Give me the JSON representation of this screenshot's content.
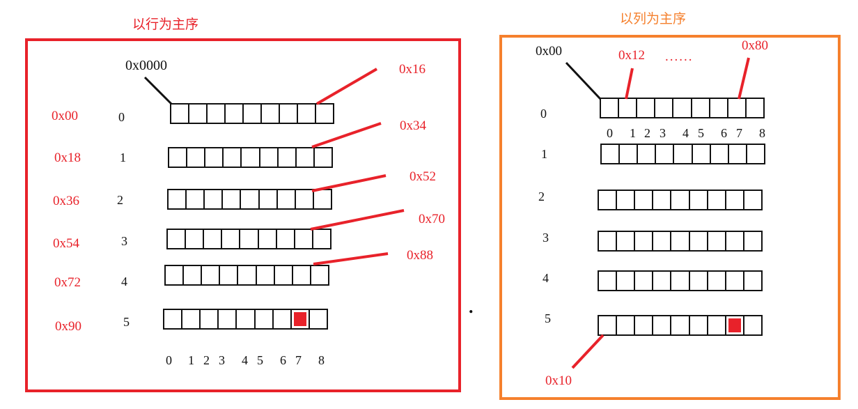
{
  "row_major": {
    "title": "以行为主序",
    "base_label": "0x0000",
    "row_addresses": [
      "0x00",
      "0x18",
      "0x36",
      "0x54",
      "0x72",
      "0x90"
    ],
    "row_indices": [
      "0",
      "1",
      "2",
      "3",
      "4",
      "5"
    ],
    "end_addresses": [
      "0x16",
      "0x34",
      "0x52",
      "0x70",
      "0x88"
    ],
    "col_ticks": [
      "0",
      "1",
      "2",
      "3",
      "4",
      "5",
      "6",
      "7",
      "8"
    ],
    "highlight": {
      "row": 5,
      "col": 7
    }
  },
  "col_major": {
    "title": "以列为主序",
    "base_label": "0x00",
    "top_labels": [
      "0x12",
      "0x80"
    ],
    "ellipsis": "......",
    "row_indices": [
      "0",
      "1",
      "2",
      "3",
      "4",
      "5"
    ],
    "col_ticks": [
      "0",
      "1",
      "2",
      "3",
      "4",
      "5",
      "6",
      "7",
      "8"
    ],
    "bottom_label": "0x10",
    "highlight": {
      "row": 5,
      "col": 7
    }
  },
  "separator_dot": ".",
  "colors": {
    "accent_red": "#e8222a",
    "frame_orange": "#f5802d",
    "ink": "#111111"
  }
}
